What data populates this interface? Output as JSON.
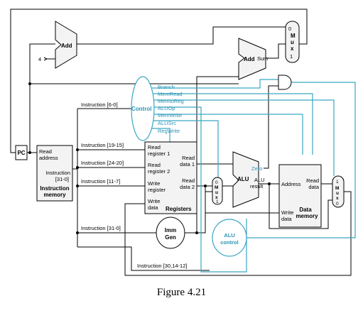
{
  "figure_caption": "Figure 4.21",
  "colors": {
    "control": "#3aa6c4",
    "datapath": "#000000"
  },
  "blocks": {
    "pc": "PC",
    "add_top": "Add",
    "add_const": "4",
    "add_branch": "Add",
    "add_branch_sum": "Sum",
    "mux_top": {
      "in0": "0",
      "name": [
        "M",
        "u",
        "x"
      ],
      "in1": "1"
    },
    "control": "Control",
    "imem": {
      "read_address": [
        "Read",
        "address"
      ],
      "instruction": [
        "Instruction",
        "[31-0]"
      ],
      "title": [
        "Instruction",
        "memory"
      ]
    },
    "registers": {
      "read_reg1": [
        "Read",
        "register 1"
      ],
      "read_reg2": [
        "Read",
        "register 2"
      ],
      "write_reg": [
        "Write",
        "register"
      ],
      "write_data": [
        "Write",
        "data"
      ],
      "read_data1": [
        "Read",
        "data 1"
      ],
      "read_data2": [
        "Read",
        "data 2"
      ],
      "title": "Registers"
    },
    "mux_alu": {
      "in0": "0",
      "name": [
        "M",
        "u",
        "x"
      ],
      "in1": "1"
    },
    "alu": {
      "name": "ALU",
      "zero": "Zero",
      "result": [
        "ALU",
        "result"
      ]
    },
    "dmem": {
      "address": "Address",
      "read_data": [
        "Read",
        "data"
      ],
      "write_data": [
        "Write",
        "data"
      ],
      "title": [
        "Data",
        "memory"
      ]
    },
    "mux_wb": {
      "in1": "1",
      "name": [
        "M",
        "u",
        "x"
      ],
      "in0": "0"
    },
    "imm_gen": [
      "Imm",
      "Gen"
    ],
    "alu_control": [
      "ALU",
      "control"
    ]
  },
  "control_signals": [
    "Branch",
    "MemRead",
    "MemtoReg",
    "ALUOp",
    "MemWrite",
    "ALUSrc",
    "RegWrite"
  ],
  "instruction_fields": {
    "opcode": "Instruction [6-0]",
    "rs1": "Instruction [19-15]",
    "rs2": "Instruction [24-20]",
    "rd": "Instruction [11-7]",
    "imm": "Instruction [31-0]",
    "funct": "Instruction [30,14-12]"
  }
}
